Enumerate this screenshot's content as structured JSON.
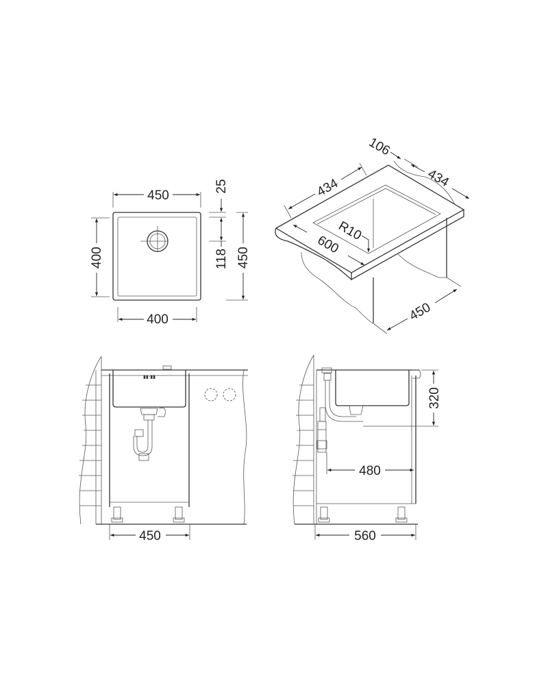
{
  "top_view": {
    "width_outer": "450",
    "depth_outer_left": "400",
    "width_inner": "400",
    "rim": "25",
    "drain_offset": "118",
    "depth_outer_right": "450"
  },
  "iso_view": {
    "gap": "106",
    "opening_left": "434",
    "opening_right": "434",
    "radius": "R10",
    "worktop": "600",
    "cabinet": "450"
  },
  "front_view": {
    "cabinet_width": "450"
  },
  "side_view": {
    "bowl_depth": "320",
    "drain_distance": "480",
    "cabinet_depth": "560"
  }
}
